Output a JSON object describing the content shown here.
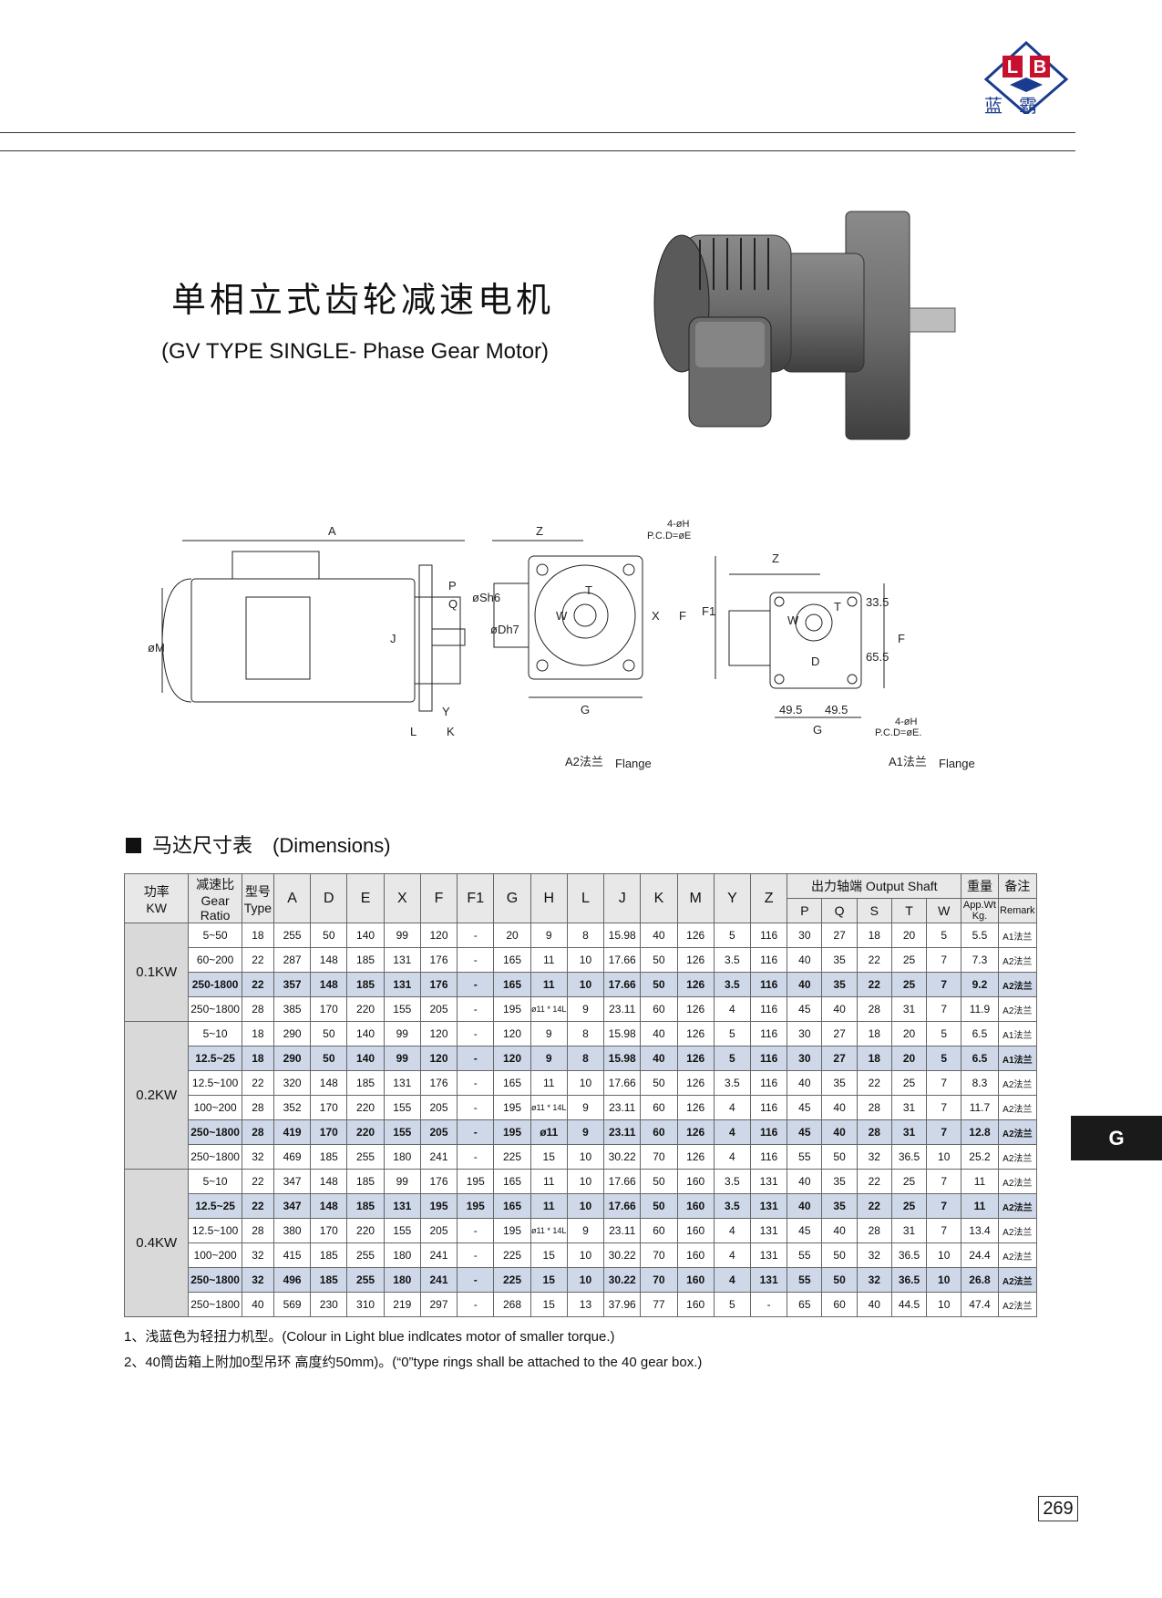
{
  "brand": {
    "logo_letters": "LB",
    "logo_name": "蓝霸"
  },
  "title": {
    "cn": "单相立式齿轮减速电机",
    "en": "(GV TYPE SINGLE- Phase Gear Motor)"
  },
  "drawing_labels": {
    "side": [
      "A",
      "øM",
      "J",
      "P",
      "Q",
      "øSh6",
      "øDh7",
      "Y",
      "L",
      "K"
    ],
    "a2": [
      "Z",
      "4-øH",
      "P.C.D=øE",
      "T",
      "W",
      "X",
      "F",
      "F1",
      "G"
    ],
    "a2_caption_cn": "A2法兰",
    "a2_caption_en": "Flange",
    "a1": [
      "Z",
      "T",
      "W",
      "33.5",
      "65.5",
      "F",
      "D",
      "49.5",
      "49.5",
      "G",
      "4-øH",
      "P.C.D=øE."
    ],
    "a1_caption_cn": "A1法兰",
    "a1_caption_en": "Flange"
  },
  "section": {
    "cn": "马达尺寸表",
    "en": "(Dimensions)"
  },
  "table": {
    "h_power_cn": "功率",
    "h_power_en": "KW",
    "h_ratio_cn": "减速比",
    "h_ratio_en": "Gear Ratio",
    "h_type_cn": "型号",
    "h_type_en": "Type",
    "dims": [
      "A",
      "D",
      "E",
      "X",
      "F",
      "F1",
      "G",
      "H",
      "L",
      "J",
      "K",
      "M",
      "Y",
      "Z"
    ],
    "h_shaft": "出力轴端 Output Shaft",
    "shaft_cols": [
      "P",
      "Q",
      "S",
      "T",
      "W"
    ],
    "h_weight_cn": "重量",
    "h_weight_en": "App.Wt Kg.",
    "h_remark_cn": "备注",
    "h_remark_en": "Remark",
    "groups": [
      {
        "power": "0.1KW",
        "rows": [
          {
            "hl": false,
            "c": [
              "5~50",
              "18",
              "255",
              "50",
              "140",
              "99",
              "120",
              "-",
              "20",
              "9",
              "8",
              "15.98",
              "40",
              "126",
              "5",
              "116",
              "30",
              "27",
              "18",
              "20",
              "5",
              "5.5",
              "A1法兰"
            ]
          },
          {
            "hl": false,
            "c": [
              "60~200",
              "22",
              "287",
              "148",
              "185",
              "131",
              "176",
              "-",
              "165",
              "11",
              "10",
              "17.66",
              "50",
              "126",
              "3.5",
              "116",
              "40",
              "35",
              "22",
              "25",
              "7",
              "7.3",
              "A2法兰"
            ]
          },
          {
            "hl": true,
            "c": [
              "250-1800",
              "22",
              "357",
              "148",
              "185",
              "131",
              "176",
              "-",
              "165",
              "11",
              "10",
              "17.66",
              "50",
              "126",
              "3.5",
              "116",
              "40",
              "35",
              "22",
              "25",
              "7",
              "9.2",
              "A2法兰"
            ]
          },
          {
            "hl": false,
            "c": [
              "250~1800",
              "28",
              "385",
              "170",
              "220",
              "155",
              "205",
              "-",
              "195",
              "ø11 * 14L",
              "9",
              "23.11",
              "60",
              "126",
              "4",
              "116",
              "45",
              "40",
              "28",
              "31",
              "7",
              "11.9",
              "A2法兰"
            ]
          }
        ]
      },
      {
        "power": "0.2KW",
        "rows": [
          {
            "hl": false,
            "c": [
              "5~10",
              "18",
              "290",
              "50",
              "140",
              "99",
              "120",
              "-",
              "120",
              "9",
              "8",
              "15.98",
              "40",
              "126",
              "5",
              "116",
              "30",
              "27",
              "18",
              "20",
              "5",
              "6.5",
              "A1法兰"
            ]
          },
          {
            "hl": true,
            "c": [
              "12.5~25",
              "18",
              "290",
              "50",
              "140",
              "99",
              "120",
              "-",
              "120",
              "9",
              "8",
              "15.98",
              "40",
              "126",
              "5",
              "116",
              "30",
              "27",
              "18",
              "20",
              "5",
              "6.5",
              "A1法兰"
            ]
          },
          {
            "hl": false,
            "c": [
              "12.5~100",
              "22",
              "320",
              "148",
              "185",
              "131",
              "176",
              "-",
              "165",
              "11",
              "10",
              "17.66",
              "50",
              "126",
              "3.5",
              "116",
              "40",
              "35",
              "22",
              "25",
              "7",
              "8.3",
              "A2法兰"
            ]
          },
          {
            "hl": false,
            "c": [
              "100~200",
              "28",
              "352",
              "170",
              "220",
              "155",
              "205",
              "-",
              "195",
              "ø11 * 14L",
              "9",
              "23.11",
              "60",
              "126",
              "4",
              "116",
              "45",
              "40",
              "28",
              "31",
              "7",
              "11.7",
              "A2法兰"
            ]
          },
          {
            "hl": true,
            "c": [
              "250~1800",
              "28",
              "419",
              "170",
              "220",
              "155",
              "205",
              "-",
              "195",
              "ø11",
              "9",
              "23.11",
              "60",
              "126",
              "4",
              "116",
              "45",
              "40",
              "28",
              "31",
              "7",
              "12.8",
              "A2法兰"
            ]
          },
          {
            "hl": false,
            "c": [
              "250~1800",
              "32",
              "469",
              "185",
              "255",
              "180",
              "241",
              "-",
              "225",
              "15",
              "10",
              "30.22",
              "70",
              "126",
              "4",
              "116",
              "55",
              "50",
              "32",
              "36.5",
              "10",
              "25.2",
              "A2法兰"
            ]
          }
        ]
      },
      {
        "power": "0.4KW",
        "rows": [
          {
            "hl": false,
            "c": [
              "5~10",
              "22",
              "347",
              "148",
              "185",
              "99",
              "176",
              "195",
              "165",
              "11",
              "10",
              "17.66",
              "50",
              "160",
              "3.5",
              "131",
              "40",
              "35",
              "22",
              "25",
              "7",
              "11",
              "A2法兰"
            ]
          },
          {
            "hl": true,
            "c": [
              "12.5~25",
              "22",
              "347",
              "148",
              "185",
              "131",
              "195",
              "195",
              "165",
              "11",
              "10",
              "17.66",
              "50",
              "160",
              "3.5",
              "131",
              "40",
              "35",
              "22",
              "25",
              "7",
              "11",
              "A2法兰"
            ]
          },
          {
            "hl": false,
            "c": [
              "12.5~100",
              "28",
              "380",
              "170",
              "220",
              "155",
              "205",
              "-",
              "195",
              "ø11 * 14L",
              "9",
              "23.11",
              "60",
              "160",
              "4",
              "131",
              "45",
              "40",
              "28",
              "31",
              "7",
              "13.4",
              "A2法兰"
            ]
          },
          {
            "hl": false,
            "c": [
              "100~200",
              "32",
              "415",
              "185",
              "255",
              "180",
              "241",
              "-",
              "225",
              "15",
              "10",
              "30.22",
              "70",
              "160",
              "4",
              "131",
              "55",
              "50",
              "32",
              "36.5",
              "10",
              "24.4",
              "A2法兰"
            ]
          },
          {
            "hl": true,
            "c": [
              "250~1800",
              "32",
              "496",
              "185",
              "255",
              "180",
              "241",
              "-",
              "225",
              "15",
              "10",
              "30.22",
              "70",
              "160",
              "4",
              "131",
              "55",
              "50",
              "32",
              "36.5",
              "10",
              "26.8",
              "A2法兰"
            ]
          },
          {
            "hl": false,
            "c": [
              "250~1800",
              "40",
              "569",
              "230",
              "310",
              "219",
              "297",
              "-",
              "268",
              "15",
              "13",
              "37.96",
              "77",
              "160",
              "5",
              "-",
              "65",
              "60",
              "40",
              "44.5",
              "10",
              "47.4",
              "A2法兰"
            ]
          }
        ]
      }
    ]
  },
  "notes": [
    "1、浅蓝色为轻扭力机型。(Colour  in Light  blue  indlcates motor of smaller  torque.)",
    "2、40筒齿箱上附加0型吊环 高度约50mm)。(“0”type rings  shall  be  attached  to the 40 gear box.)"
  ],
  "side_tab": "G",
  "page_number": "269",
  "colors": {
    "highlight": "#cfd8e8",
    "logo_blue": "#1a3b8f",
    "logo_red": "#c8102e"
  }
}
